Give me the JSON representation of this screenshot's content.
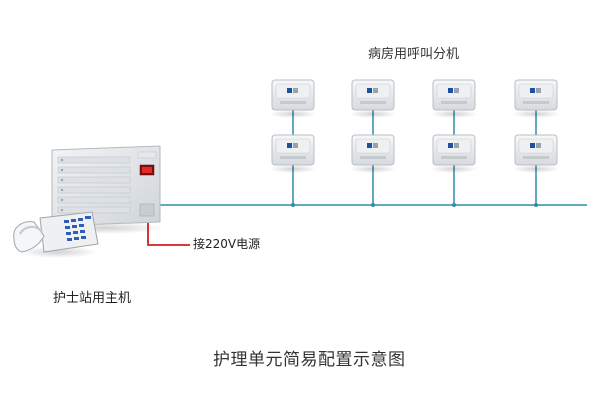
{
  "labels": {
    "ward_units": "病房用呼叫分机",
    "power": "接220V电源",
    "host": "护士站用主机",
    "caption": "护理单元简易配置示意图"
  },
  "diagram": {
    "ward_unit_count": 8,
    "colors": {
      "wire": "#2f8fa6",
      "power_wire": "#d81e1e",
      "panel_body": "#e9ecef",
      "panel_frame": "#c9ced3"
    }
  }
}
